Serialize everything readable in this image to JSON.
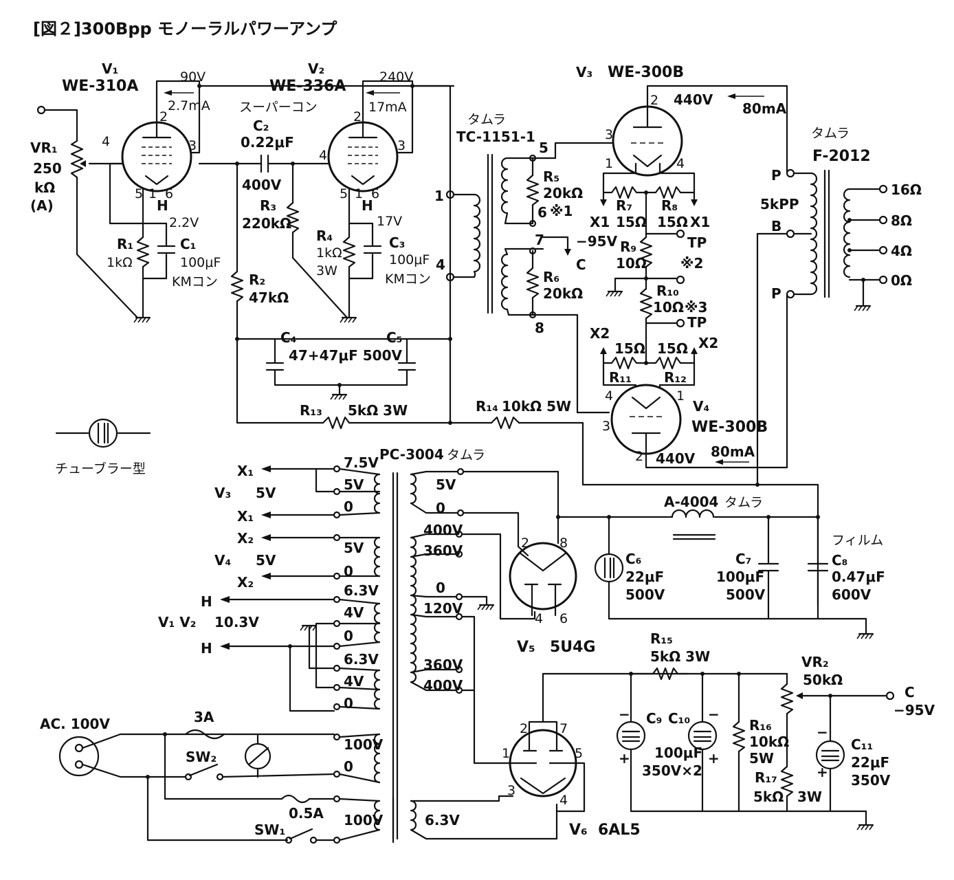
{
  "title": "[図２]300Bpp モノーラルパワーアンプ",
  "input_stage": {
    "v1_id": "V₁",
    "v1_type": "WE-310A",
    "vr1_name": "VR₁",
    "vr1_value": "250",
    "vr1_unit": "kΩ",
    "vr1_taper": "(A)",
    "r1_name": "R₁",
    "r1_value": "1kΩ",
    "c1_name": "C₁",
    "c1_value": "100μF",
    "c1_note": "KMコン",
    "v1_plate_voltage": "90V",
    "v1_current": "2.7mA",
    "v1_cathode_voltage": "2.2V",
    "pins": {
      "p2": "2",
      "p3": "3",
      "p4": "4",
      "p5": "5",
      "p1": "1",
      "p6": "6",
      "h": "H"
    }
  },
  "coupling": {
    "c2_note": "スーパーコン",
    "c2_name": "C₂",
    "c2_value": "0.22μF",
    "c2_voltage": "400V",
    "r3_name": "R₃",
    "r3_value": "220kΩ",
    "r2_name": "R₂",
    "r2_value": "47kΩ"
  },
  "driver_stage": {
    "v2_id": "V₂",
    "v2_type": "WE-336A",
    "v2_plate_voltage": "240V",
    "v2_current": "17mA",
    "v2_cathode_voltage": "17V",
    "r4_name": "R₄",
    "r4_value": "1kΩ",
    "r4_power": "3W",
    "c3_name": "C₃",
    "c3_value": "100μF",
    "c3_note": "KMコン",
    "pins": {
      "p2": "2",
      "p3": "3",
      "p4": "4",
      "p5": "5",
      "p1": "1",
      "p6": "6",
      "h": "H"
    }
  },
  "decoupling": {
    "c4_name": "C₄",
    "c5_name": "C₅",
    "c45_value": "47+47μF 500V",
    "r13_name": "R₁₃",
    "r13_value": "5kΩ 3W",
    "r14_name": "R₁₄",
    "r14_value": "10kΩ 5W"
  },
  "interstage": {
    "maker": "タムラ",
    "model": "TC-1151-1",
    "pin1": "1",
    "pin4": "4",
    "pin5": "5",
    "pin6": "6",
    "pin7": "7",
    "pin8": "8",
    "r5_name": "R₅",
    "r5_value": "20kΩ",
    "r5_note": "※1",
    "r6_name": "R₆",
    "r6_value": "20kΩ",
    "bias_voltage": "−95V",
    "bias_node": "C"
  },
  "output_stage": {
    "v3_id": "V₃",
    "v3_type": "WE-300B",
    "v4_id": "V₄",
    "v4_type": "WE-300B",
    "v3_plate_voltage": "440V",
    "v3_current": "80mA",
    "v4_plate_voltage": "440V",
    "v4_current": "80mA",
    "r7_name": "R₇",
    "r7_value": "15Ω",
    "r8_name": "R₈",
    "r8_value": "15Ω",
    "r9_name": "R₉",
    "r9_value": "10Ω",
    "r10_name": "R₁₀",
    "r10_value": "10Ω",
    "r11_name": "R₁₁",
    "r11_value": "15Ω",
    "r12_name": "R₁₂",
    "r12_value": "15Ω",
    "note2": "※2",
    "note3": "※3",
    "tp": "TP",
    "x1": "X1",
    "x2": "X2",
    "pins": {
      "p1": "1",
      "p2": "2",
      "p3": "3",
      "p4": "4"
    }
  },
  "output_transformer": {
    "maker": "タムラ",
    "model": "F-2012",
    "impedance": "5kPP",
    "p_top": "P",
    "b": "B",
    "p_bottom": "P",
    "taps": [
      "16Ω",
      "8Ω",
      "4Ω",
      "0Ω"
    ]
  },
  "legend": {
    "symbol_label": "チューブラー型"
  },
  "power_transformer": {
    "model": "PC-3004",
    "maker": "タムラ",
    "primary_left": [
      "7.5V",
      "5V",
      "0",
      "5V",
      "0",
      "6.3V",
      "4V",
      "0",
      "6.3V",
      "4V",
      "0"
    ],
    "secondary_right": [
      "5V",
      "0",
      "400V",
      "360V",
      "0",
      "120V",
      "360V",
      "400V"
    ],
    "heater_labels": {
      "x1a": "X₁",
      "v3": "V₃",
      "v3v": "5V",
      "x1b": "X₁",
      "x2a": "X₂",
      "v4": "V₄",
      "v4v": "5V",
      "x2b": "X₂",
      "ha": "H",
      "v1v2": "V₁ V₂",
      "v1v2v": "10.3V",
      "hb": "H"
    },
    "mains_tap": "100V",
    "mains_zero": "0"
  },
  "rectifier": {
    "v5_id": "V₅",
    "v5_type": "5U4G",
    "pins": {
      "p2": "2",
      "p8": "8",
      "p4": "4",
      "p6": "6"
    },
    "choke_model": "A-4004",
    "choke_maker": "タムラ",
    "film_note": "フィルム",
    "c6_name": "C₆",
    "c6_value": "22μF",
    "c6_voltage": "500V",
    "c7_name": "C₇",
    "c7_value": "100μF",
    "c7_voltage": "500V",
    "c8_name": "C₈",
    "c8_value": "0.47μF",
    "c8_voltage": "600V"
  },
  "bias_supply": {
    "v6_id": "V₆",
    "v6_type": "6AL5",
    "pins": {
      "p1": "1",
      "p2": "2",
      "p3": "3",
      "p4": "4",
      "p5": "5",
      "p7": "7"
    },
    "r15_name": "R₁₅",
    "r15_value": "5kΩ 3W",
    "c9_name": "C₉",
    "c10_name": "C₁₀",
    "c910_value": "100μF",
    "c910_voltage": "350V×2",
    "r16_name": "R₁₆",
    "r16_value": "10kΩ",
    "r16_power": "5W",
    "r17_name": "R₁₇",
    "r17_value": "5kΩ",
    "r17_power": "3W",
    "vr2_name": "VR₂",
    "vr2_value": "50kΩ",
    "c11_name": "C₁₁",
    "c11_value": "22μF",
    "c11_voltage": "350V",
    "out_node": "C",
    "out_voltage": "−95V"
  },
  "mains": {
    "ac_label": "AC. 100V",
    "fuse1": "3A",
    "sw2": "SW₂",
    "fuse2": "0.5A",
    "sw1": "SW₁",
    "heater_tx_primary": "100V",
    "heater_tx_secondary": "6.3V"
  }
}
